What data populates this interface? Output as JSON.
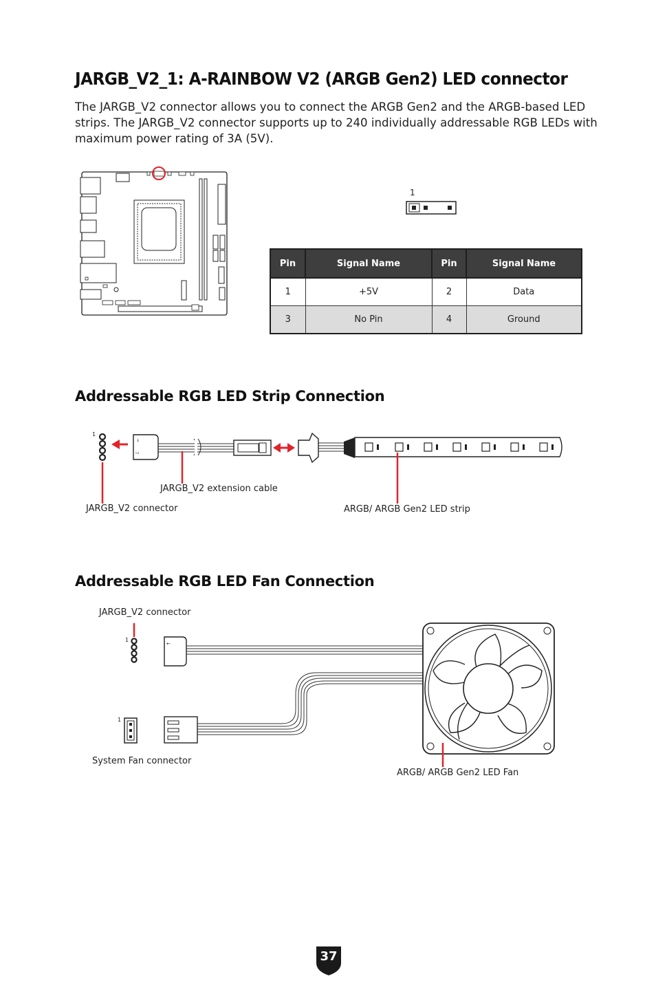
{
  "heading": "JARGB_V2_1: A-RAINBOW V2 (ARGB Gen2) LED connector",
  "intro": "The JARGB_V2 connector allows you to connect the ARGB Gen2 and the ARGB-based LED strips. The JARGB_V2 connector supports up to 240 individually addressable RGB LEDs with maximum power rating of 3A (5V).",
  "header_pin1_label": "1",
  "pin_table": {
    "headers": [
      "Pin",
      "Signal Name",
      "Pin",
      "Signal Name"
    ],
    "rows": [
      [
        "1",
        "+5V",
        "2",
        "Data"
      ],
      [
        "3",
        "No Pin",
        "4",
        "Ground"
      ]
    ]
  },
  "strip_section": {
    "title": "Addressable RGB LED Strip Connection",
    "pin1_label": "1",
    "cable_label": "JARGB_V2 extension cable",
    "connector_label": "JARGB_V2 connector",
    "strip_label": "ARGB/ ARGB Gen2 LED strip"
  },
  "fan_section": {
    "title": "Addressable RGB LED Fan Connection",
    "connector_label": "JARGB_V2 connector",
    "argb_pin1_label": "1",
    "fan_pin1_label": "1",
    "sys_fan_label": "System Fan connector",
    "fan_label": "ARGB/ ARGB Gen2 LED Fan"
  },
  "page_number": "37",
  "colors": {
    "accent_red": "#e3222b",
    "table_header": "#3e3e3e",
    "row_shade": "#dcdcdc"
  }
}
